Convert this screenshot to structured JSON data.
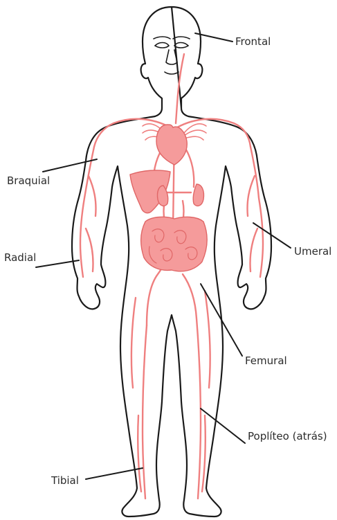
{
  "labels": {
    "frontal": "Frontal",
    "braquial": "Braquial",
    "umeral": "Umeral",
    "radial": "Radial",
    "femural": "Femural",
    "popliteo": "Poplíteo (atrás)",
    "tibial": "Tibial"
  },
  "colors": {
    "outline": "#1a1a1a",
    "vessel": "#ef7f7f",
    "organ_fill": "#f59b9b",
    "organ_stroke": "#e06666",
    "leader": "#1a1a1a",
    "text": "#2b2b2b"
  }
}
